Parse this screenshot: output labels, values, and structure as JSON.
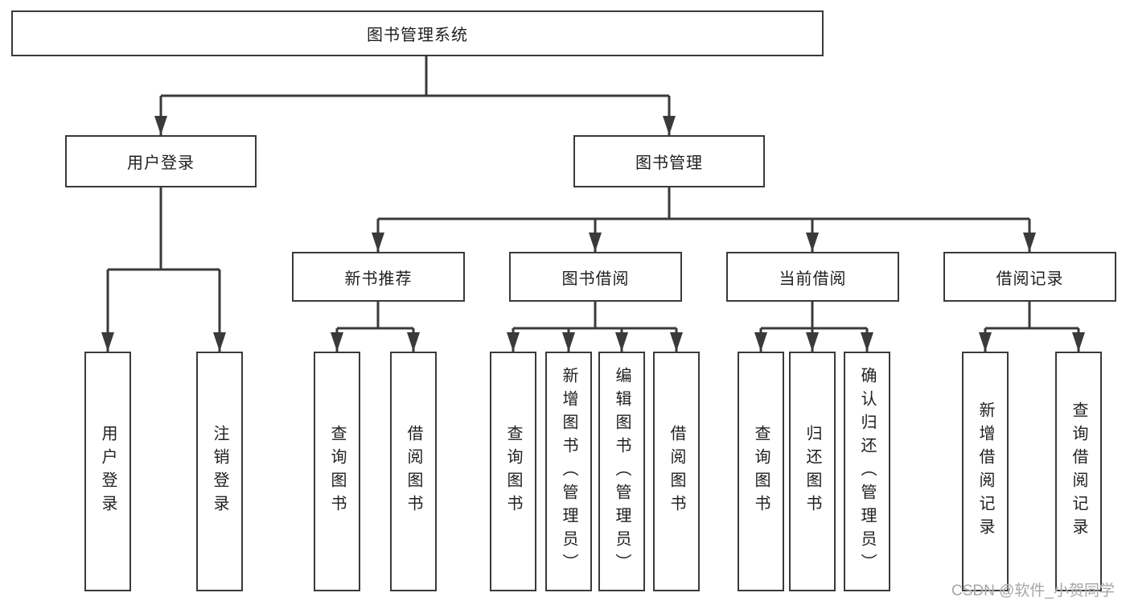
{
  "colors": {
    "line": "#3a3a3a",
    "text": "#1f1f1f",
    "box_fill": "#ffffff",
    "watermark": "#a6a6a6"
  },
  "diagram": {
    "root": {
      "label": "图书管理系统"
    },
    "branches": [
      {
        "label": "用户登录",
        "children": [
          {
            "label": "用户登录"
          },
          {
            "label": "注销登录"
          }
        ]
      },
      {
        "label": "图书管理",
        "children": [
          {
            "label": "新书推荐",
            "children": [
              {
                "label": "查询图书"
              },
              {
                "label": "借阅图书"
              }
            ]
          },
          {
            "label": "图书借阅",
            "children": [
              {
                "label": "查询图书"
              },
              {
                "label": "新增图书（管理员）"
              },
              {
                "label": "编辑图书（管理员）"
              },
              {
                "label": "借阅图书"
              }
            ]
          },
          {
            "label": "当前借阅",
            "children": [
              {
                "label": "查询图书"
              },
              {
                "label": "归还图书"
              },
              {
                "label": "确认归还（管理员）"
              }
            ]
          },
          {
            "label": "借阅记录",
            "children": [
              {
                "label": "新增借阅记录"
              },
              {
                "label": "查询借阅记录"
              }
            ]
          }
        ]
      }
    ]
  },
  "watermark": {
    "text": "CSDN @软件_小贺同学"
  }
}
